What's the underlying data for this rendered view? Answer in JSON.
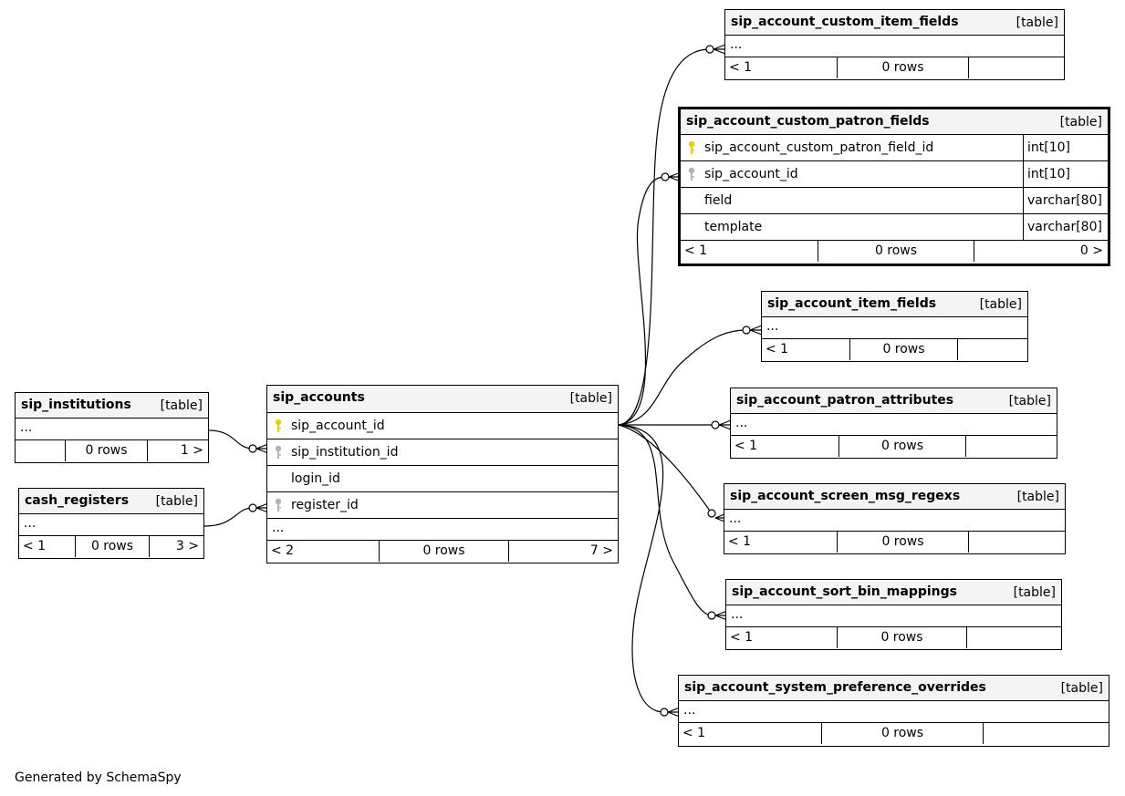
{
  "diagram": {
    "footer_text": "Generated by SchemaSpy",
    "key_colors": {
      "primary": "#e8d000",
      "foreign": "#b4b4b4"
    },
    "tables": {
      "sip_account_custom_item_fields": {
        "name": "sip_account_custom_item_fields",
        "type": "[table]",
        "ellipsis": "...",
        "parents": "< 1",
        "rows": "0 rows",
        "children": ""
      },
      "sip_account_custom_patron_fields": {
        "name": "sip_account_custom_patron_fields",
        "type": "[table]",
        "columns": [
          {
            "name": "sip_account_custom_patron_field_id",
            "type": "int[10]",
            "key": "primary"
          },
          {
            "name": "sip_account_id",
            "type": "int[10]",
            "key": "foreign"
          },
          {
            "name": "field",
            "type": "varchar[80]",
            "key": "none"
          },
          {
            "name": "template",
            "type": "varchar[80]",
            "key": "none"
          }
        ],
        "parents": "< 1",
        "rows": "0 rows",
        "children": "0 >"
      },
      "sip_account_item_fields": {
        "name": "sip_account_item_fields",
        "type": "[table]",
        "ellipsis": "...",
        "parents": "< 1",
        "rows": "0 rows",
        "children": ""
      },
      "sip_account_patron_attributes": {
        "name": "sip_account_patron_attributes",
        "type": "[table]",
        "ellipsis": "...",
        "parents": "< 1",
        "rows": "0 rows",
        "children": ""
      },
      "sip_account_screen_msg_regexs": {
        "name": "sip_account_screen_msg_regexs",
        "type": "[table]",
        "ellipsis": "...",
        "parents": "< 1",
        "rows": "0 rows",
        "children": ""
      },
      "sip_account_sort_bin_mappings": {
        "name": "sip_account_sort_bin_mappings",
        "type": "[table]",
        "ellipsis": "...",
        "parents": "< 1",
        "rows": "0 rows",
        "children": ""
      },
      "sip_account_system_preference_overrides": {
        "name": "sip_account_system_preference_overrides",
        "type": "[table]",
        "ellipsis": "...",
        "parents": "< 1",
        "rows": "0 rows",
        "children": ""
      },
      "sip_accounts": {
        "name": "sip_accounts",
        "type": "[table]",
        "columns": [
          {
            "name": "sip_account_id",
            "key": "primary"
          },
          {
            "name": "sip_institution_id",
            "key": "foreign"
          },
          {
            "name": "login_id",
            "key": "none"
          },
          {
            "name": "register_id",
            "key": "foreign"
          }
        ],
        "ellipsis": "...",
        "parents": "< 2",
        "rows": "0 rows",
        "children": "7 >"
      },
      "sip_institutions": {
        "name": "sip_institutions",
        "type": "[table]",
        "ellipsis": "...",
        "parents": "",
        "rows": "0 rows",
        "children": "1 >"
      },
      "cash_registers": {
        "name": "cash_registers",
        "type": "[table]",
        "ellipsis": "...",
        "parents": "< 1",
        "rows": "0 rows",
        "children": "3 >"
      }
    }
  }
}
